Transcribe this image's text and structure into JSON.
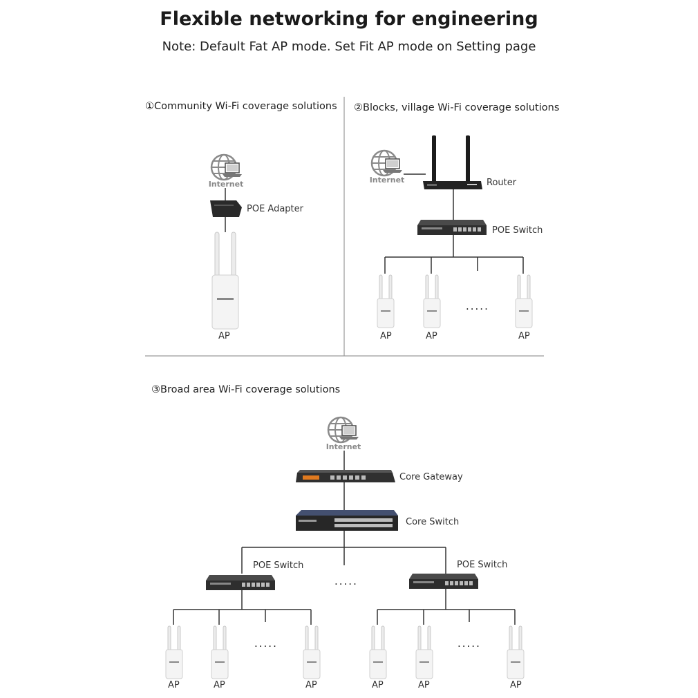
{
  "header": {
    "title": "Flexible networking for engineering",
    "note": "Note: Default Fat AP mode. Set Fit AP mode on Setting page"
  },
  "section1": {
    "title": "①Community Wi-Fi coverage solutions",
    "internet_label": "Internet",
    "adapter_label": "POE Adapter",
    "ap_label": "AP"
  },
  "section2": {
    "title": "②Blocks, village Wi-Fi coverage solutions",
    "internet_label": "Internet",
    "router_label": "Router",
    "switch_label": "POE Switch",
    "ap_labels": [
      "AP",
      "AP",
      "AP"
    ],
    "ellipsis": "....."
  },
  "section3": {
    "title": "③Broad area Wi-Fi coverage solutions",
    "internet_label": "Internet",
    "gateway_label": "Core Gateway",
    "core_switch_label": "Core Switch",
    "left_switch_label": "POE Switch",
    "right_switch_label": "POE Switch",
    "ellipsis_mid": ".....",
    "left_ap_labels": [
      "AP",
      "AP",
      "AP"
    ],
    "right_ap_labels": [
      "AP",
      "AP",
      "AP"
    ],
    "left_ellipsis": ".....",
    "right_ellipsis": "....."
  },
  "colors": {
    "line": "#333333",
    "device_dark": "#2b2b2b",
    "ap_body": "#f2f2f2",
    "gateway_accent": "#e07a1f",
    "globe": "#8a8a8a"
  },
  "icons": [
    "internet-globe-icon",
    "poe-adapter-icon",
    "router-icon",
    "switch-icon",
    "access-point-icon",
    "core-gateway-icon",
    "core-switch-icon"
  ]
}
